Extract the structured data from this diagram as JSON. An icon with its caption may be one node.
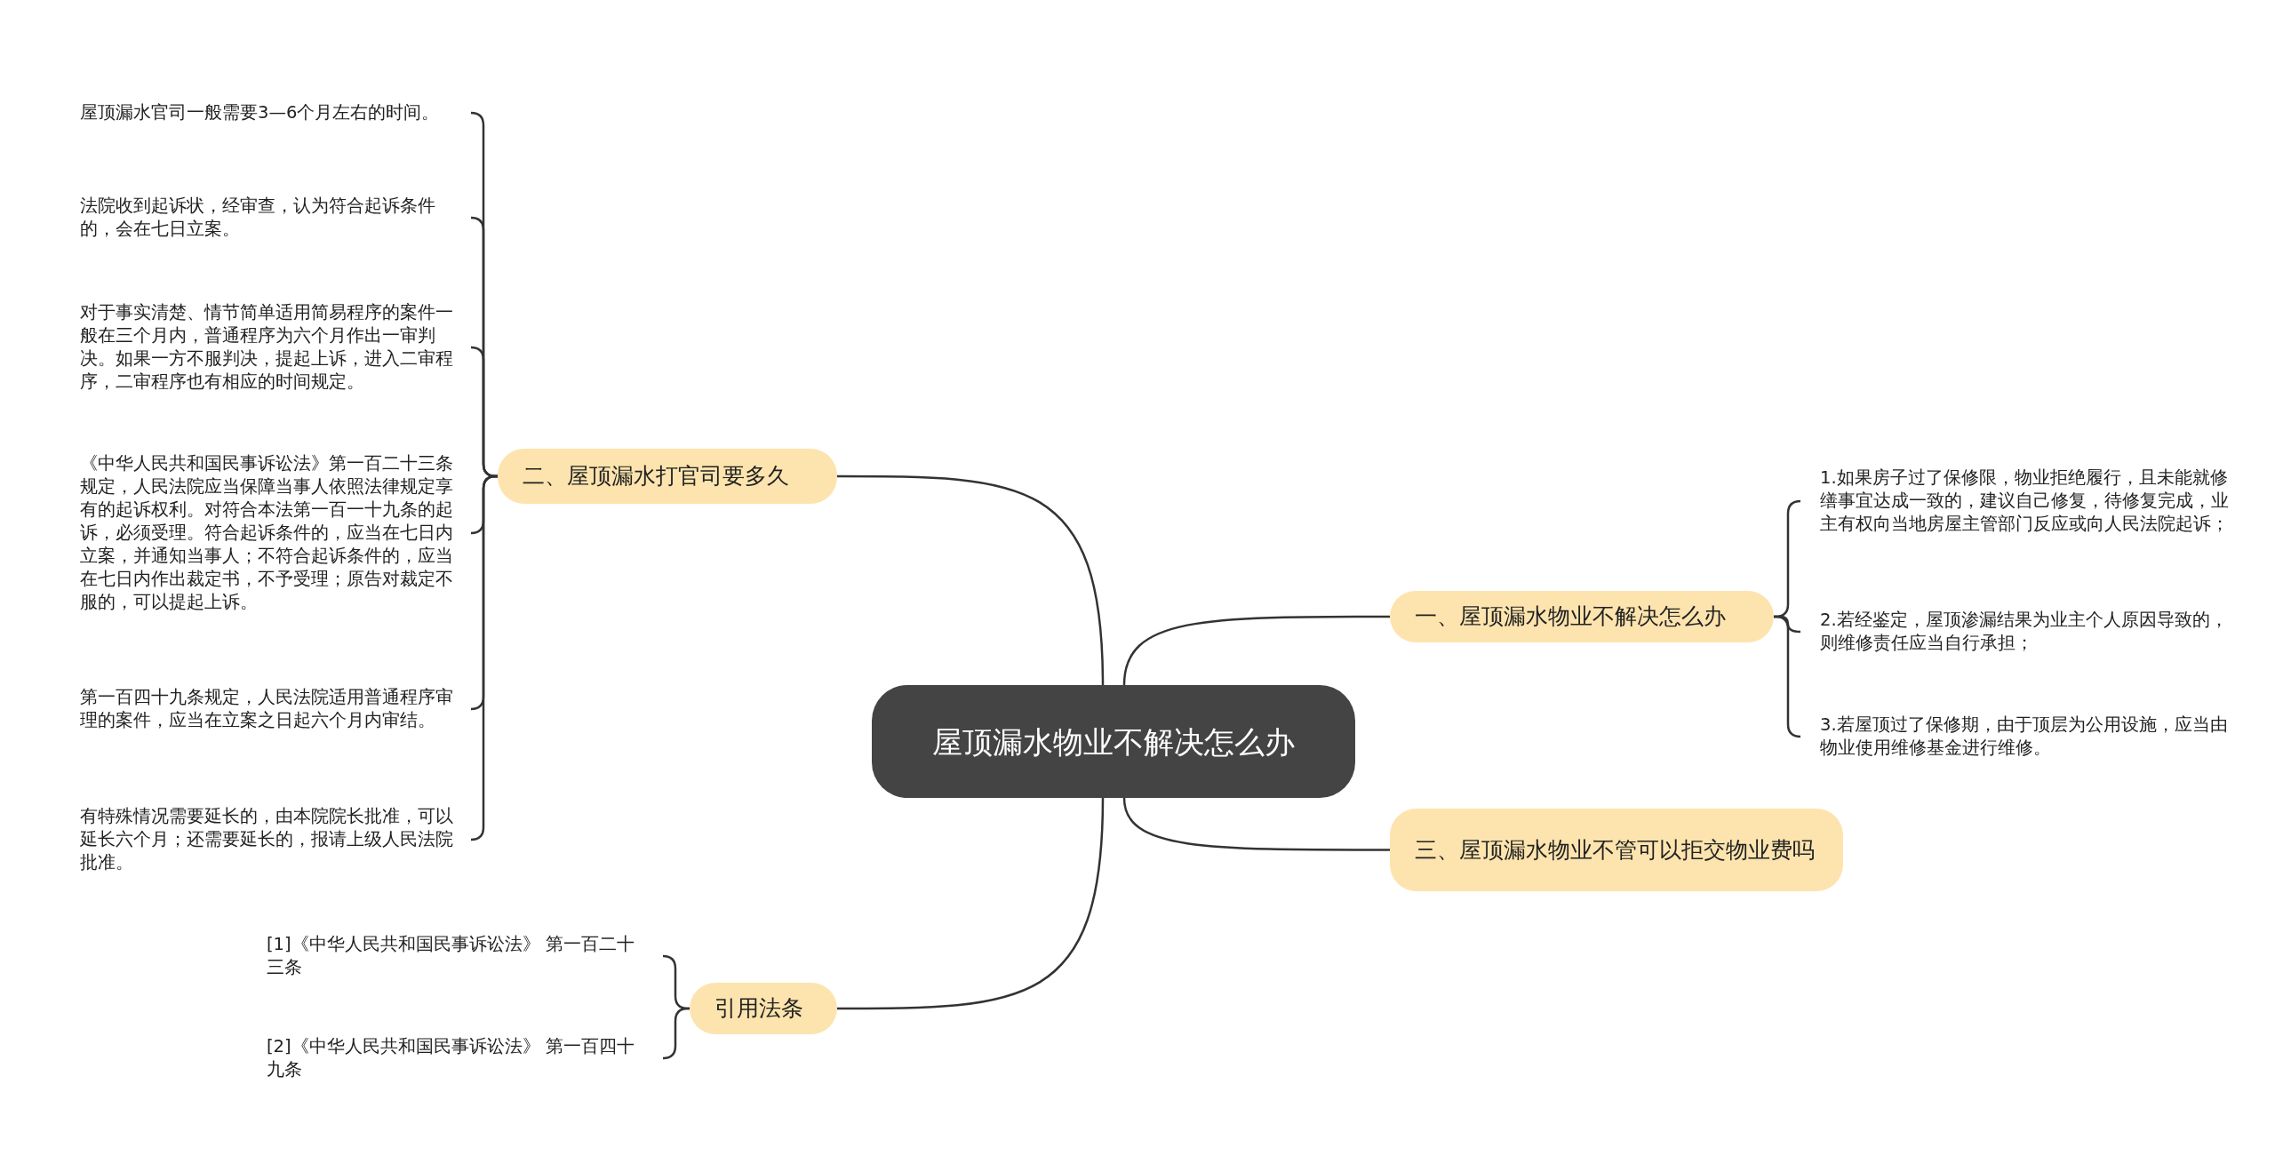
{
  "diagram": {
    "nodes": [
      {
        "text": [
          "屋顶漏水物业不解决怎么办"
        ]
      },
      {
        "text": [
          "一、屋顶漏水物业不解决怎么办"
        ]
      },
      {
        "text": [
          "1.如果房子过了保修限，物业拒绝履行，且未能就修缮事宜达成一致的，建议自己修复，待修复完成，业主有权向当地房屋主管部门反应或向人民法院起诉；"
        ]
      },
      {
        "text": [
          "2.若经鉴定，屋顶渗漏结果为业主个人原因导致的，则维修责任应当自行承担；"
        ]
      },
      {
        "text": [
          "3.若屋顶过了保修期，由于顶层为公用设施，应当由物业使用维修基金进行维修。"
        ]
      },
      {
        "text": [
          "二、屋顶漏水打官司要多久"
        ]
      },
      {
        "text": [
          "屋顶漏水官司一般需要3—6个月左右的时间。"
        ]
      },
      {
        "text": [
          "法院收到起诉状，经审查，认为符合起诉条件的，会在七日立案。"
        ]
      },
      {
        "text": [
          "对于事实清楚、情节简单适用简易程序的案件一般在三个月内，普通程序为六个月作出一审判决。如果一方不服判决，提起上诉，进入二审程序，二审程序也有相应的时间规定。"
        ]
      },
      {
        "text": [
          "《中华人民共和国民事诉讼法》第一百二十三条规定，人民法院应当保障当事人依照法律规定享有的起诉权利。对符合本法第一百一十九条的起诉，必须受理。符合起诉条件的，应当在七日内立案，并通知当事人；不符合起诉条件的，应当在七日内作出裁定书，不予受理；原告对裁定不服的，可以提起上诉。"
        ]
      },
      {
        "text": [
          "第一百四十九条规定，人民法院适用普通程序审理的案件，应当在立案之日起六个月内审结。"
        ]
      },
      {
        "text": [
          "有特殊情况需要延长的，由本院院长批准，可以延长六个月；还需要延长的，报请上级人民法院批准。"
        ]
      },
      {
        "text": [
          "三、屋顶漏水物业不管可以拒交物业费吗"
        ]
      },
      {
        "text": [
          "引用法条"
        ]
      },
      {
        "text": [
          "[1]《中华人民共和国民事诉讼法》 第一百二十三条"
        ]
      },
      {
        "text": [
          "[2]《中华人民共和国民事诉讼法》 第一百四十九条"
        ]
      }
    ],
    "edges": [
      {
        "from": 0,
        "to": 1,
        "arrow": "none"
      },
      {
        "from": 1,
        "to": 2,
        "arrow": "none"
      },
      {
        "from": 1,
        "to": 3,
        "arrow": "none"
      },
      {
        "from": 1,
        "to": 4,
        "arrow": "none"
      },
      {
        "from": 0,
        "to": 5,
        "arrow": "none"
      },
      {
        "from": 5,
        "to": 6,
        "arrow": "none"
      },
      {
        "from": 5,
        "to": 7,
        "arrow": "none"
      },
      {
        "from": 5,
        "to": 8,
        "arrow": "none"
      },
      {
        "from": 5,
        "to": 9,
        "arrow": "none"
      },
      {
        "from": 5,
        "to": 10,
        "arrow": "none"
      },
      {
        "from": 5,
        "to": 11,
        "arrow": "none"
      },
      {
        "from": 0,
        "to": 12,
        "arrow": "none"
      },
      {
        "from": 0,
        "to": 13,
        "arrow": "none"
      },
      {
        "from": 13,
        "to": 14,
        "arrow": "none"
      },
      {
        "from": 13,
        "to": 15,
        "arrow": "none"
      }
    ]
  }
}
